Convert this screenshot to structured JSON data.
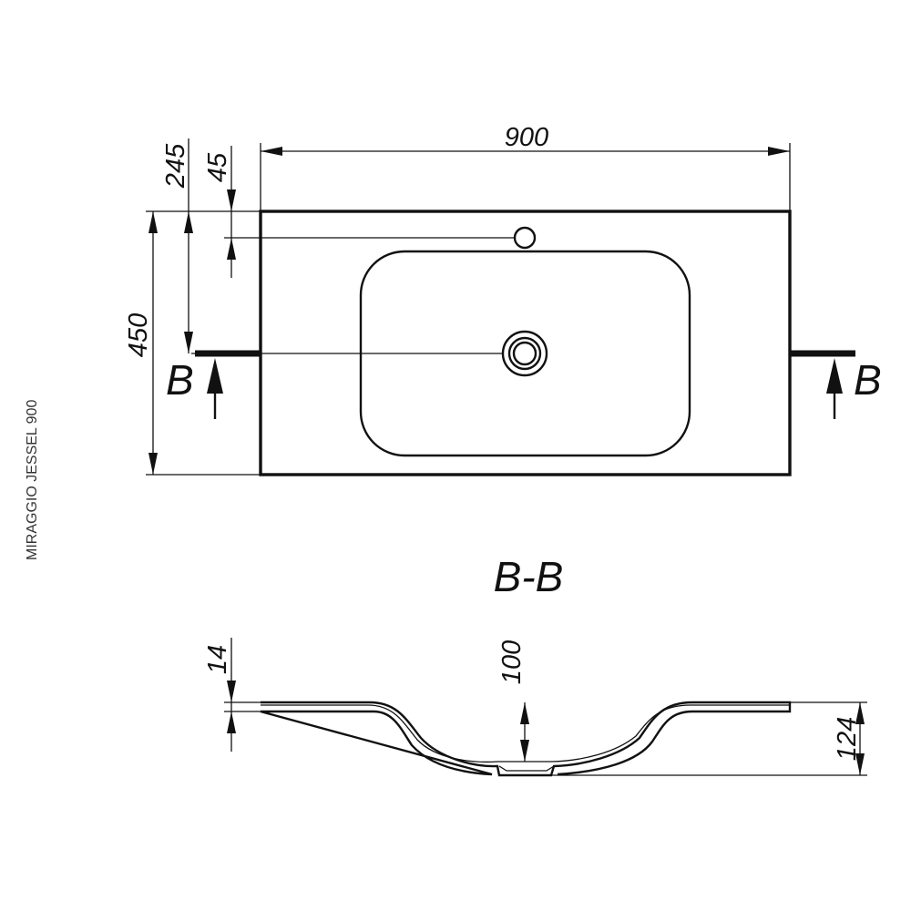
{
  "side_label": "MIRAGGIO JESSEL 900",
  "top_view": {
    "dimensions": {
      "width": "900",
      "depth": "450",
      "tap_hole_offset": "45",
      "drain_offset": "245"
    },
    "section_markers": {
      "left": "B",
      "right": "B"
    }
  },
  "section_view": {
    "title": "B-B",
    "dimensions": {
      "rim_thickness": "14",
      "basin_depth": "100",
      "total_height": "124"
    }
  },
  "colors": {
    "line": "#111111",
    "background": "#ffffff",
    "label": "#333333"
  }
}
